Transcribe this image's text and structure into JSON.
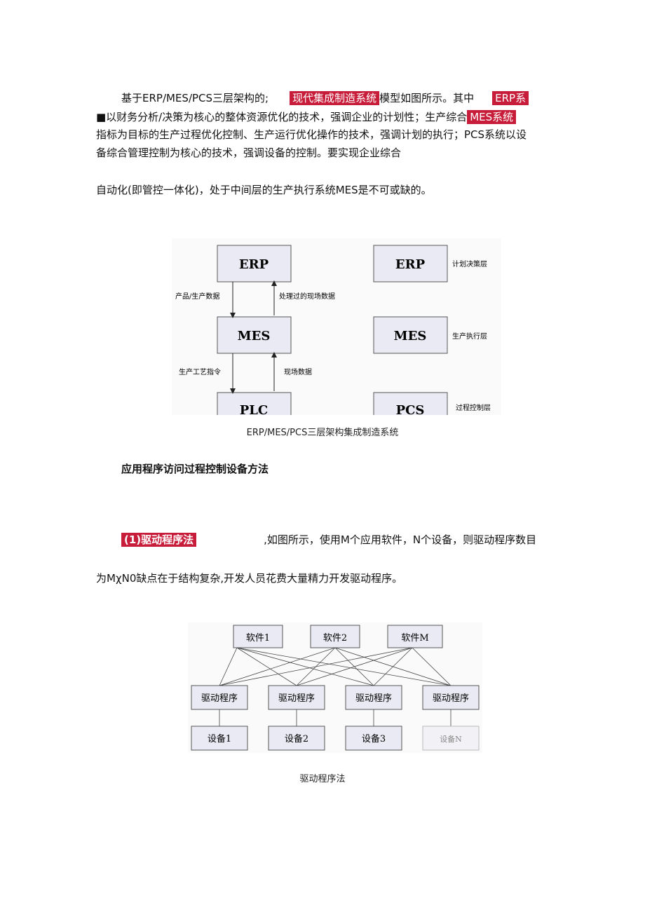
{
  "para1": {
    "l1_a": "基于ERP/MES/PCS三层架构的;",
    "l1_hl1": "现代集成制造系统",
    "l1_b": "模型如图所示。其中",
    "l1_hl2": "ERP系",
    "l2_a": "■以财务分析/决策为核心的整体资源优化的技术，强调企业的计划性；生产综合",
    "l2_hl": "MES系统",
    "l3": "指标为目标的生产过程优化控制、生产运行优化操作的技术，强调计划的执行；PCS系统以设",
    "l4": "备综合管理控制为核心的技术，强调设备的控制。要实现企业综合",
    "l5": "自动化(即管控一体化)，处于中间层的生产执行系统MES是不可或缺的。"
  },
  "fig1": {
    "boxes": [
      "ERP",
      "MES",
      "PLC"
    ],
    "right_boxes": [
      "ERP",
      "MES",
      "PCS"
    ],
    "arrows": {
      "down1": "产品/生产数据",
      "up1": "处理过的现场数据",
      "down2": "生产工艺指令",
      "up2": "现场数据"
    },
    "layers": [
      "计划决策层",
      "生产执行层",
      "过程控制层"
    ],
    "caption": "ERP/MES/PCS三层架构集成制造系统"
  },
  "heading": "应用程序访问过程控制设备方法",
  "para2": {
    "hl": "(1)驱动程序法",
    "l1_b": ",如图所示，使用M个应用软件，N个设备，则驱动程序数目",
    "l2": "为MχN0缺点在于结构复杂,开发人员花费大量精力开发驱动程序。"
  },
  "fig2": {
    "software": [
      "软件1",
      "软件2",
      "软件M"
    ],
    "drivers": [
      "驱动程序",
      "驱动程序",
      "驱动程序",
      "驱动程序"
    ],
    "devices": [
      "设备1",
      "设备2",
      "设备3",
      "设备N"
    ],
    "caption": "驱动程序法"
  },
  "colors": {
    "highlight": "#c81d3a",
    "box_fill": "#eaeaf4"
  }
}
